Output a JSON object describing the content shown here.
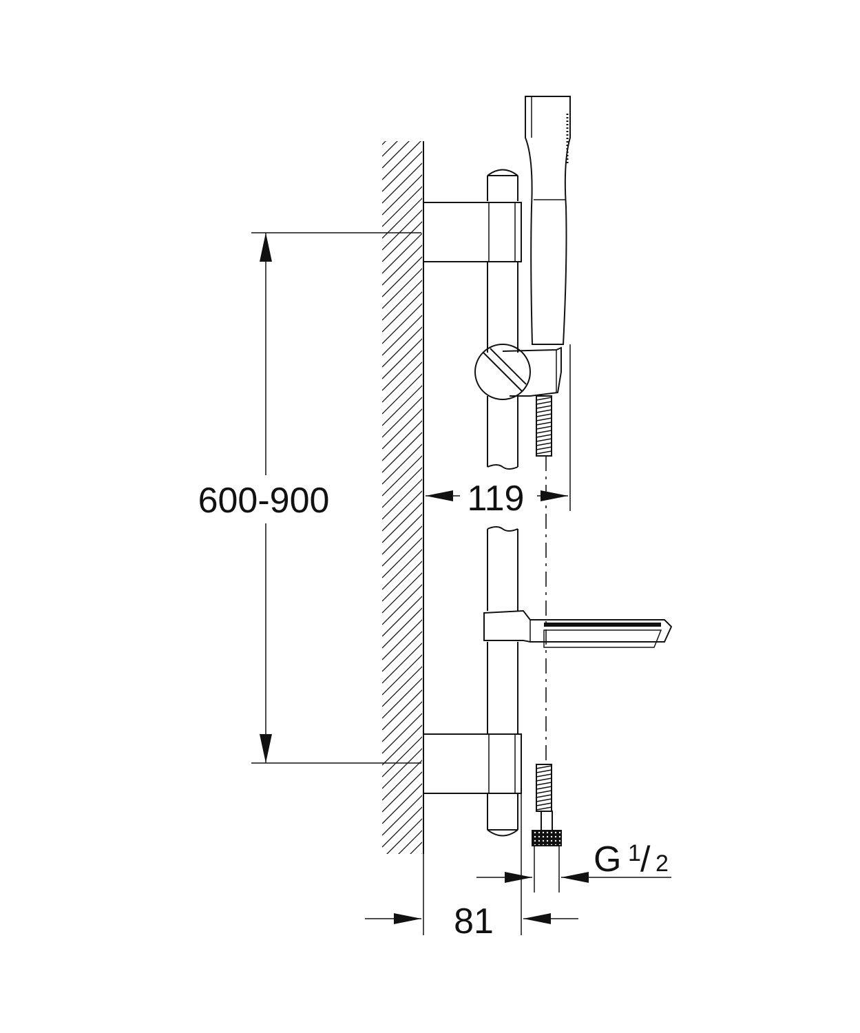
{
  "dimensions": {
    "height_range": "600-900",
    "projection": "119",
    "wall_distance": "81",
    "thread_prefix": "G",
    "thread_numerator": "1",
    "thread_slash": "/",
    "thread_denominator": "2"
  },
  "colors": {
    "line": "#111111",
    "background": "#ffffff"
  }
}
